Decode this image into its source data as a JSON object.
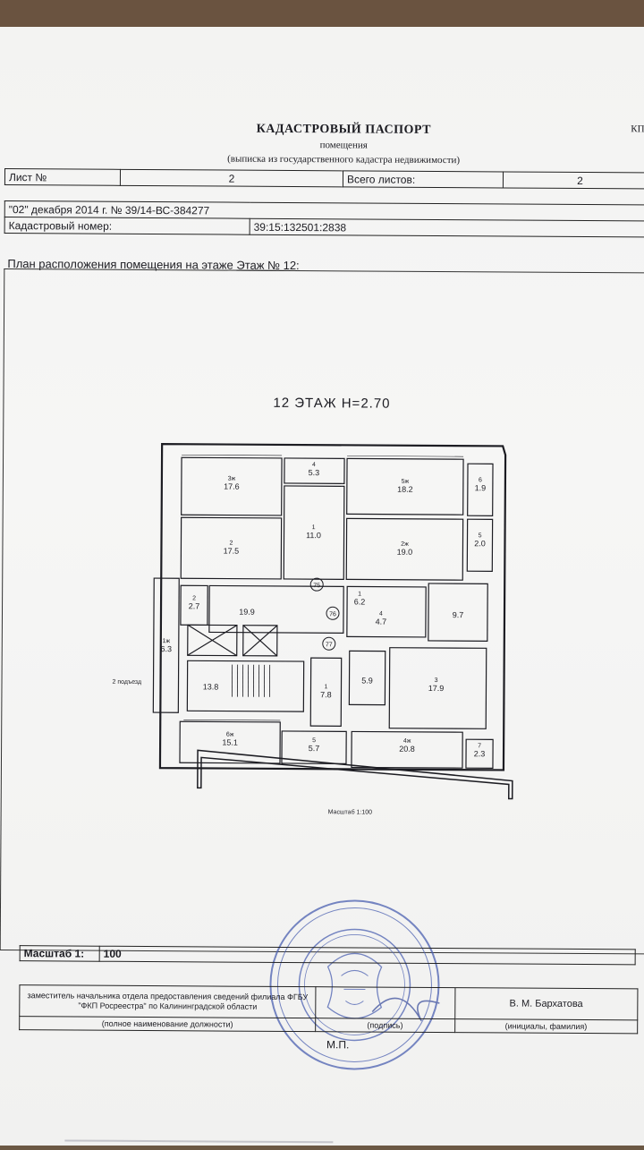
{
  "doc": {
    "title": "КАДАСТРОВЫЙ ПАСПОРТ",
    "subtitle_1": "помещения",
    "subtitle_2": "(выписка из государственного кадастра недвижимости)",
    "corner_code": "КП"
  },
  "sheet_info": {
    "sheet_label": "Лист №",
    "sheet_value": "2",
    "total_label": "Всего листов:",
    "total_value": "2"
  },
  "registration": {
    "date_number": "\"02\" декабря 2014 г. № 39/14-ВС-384277",
    "cadastral_label": "Кадастровый номер:",
    "cadastral_value": "39:15:132501:2838"
  },
  "plan": {
    "label_prefix": "План расположения помещения на этаже",
    "label_floor": "Этаж № 12:",
    "floor_title": "12  ЭТАЖ  Н=2.70",
    "scale_note": "Масштаб  1:100",
    "side_note": "2 подъезд",
    "rooms": [
      {
        "id": "3ж",
        "area": "17.6"
      },
      {
        "id": "2",
        "area": "17.5"
      },
      {
        "id": "4",
        "area": "5.3"
      },
      {
        "id": "1",
        "area": "11.0"
      },
      {
        "id": "5ж",
        "area": "18.2"
      },
      {
        "id": "2ж",
        "area": "19.0"
      },
      {
        "id": "6",
        "area": "1.9"
      },
      {
        "id": "5",
        "area": "2.0"
      },
      {
        "id": "2",
        "area": "2.7"
      },
      {
        "id": "",
        "area": "19.9"
      },
      {
        "id": "1",
        "area": "6.2"
      },
      {
        "id": "4",
        "area": "4.7"
      },
      {
        "id": "",
        "area": "9.7"
      },
      {
        "id": "1ж",
        "area": "6.3"
      },
      {
        "id": "",
        "area": "13.8"
      },
      {
        "id": "1",
        "area": "7.8"
      },
      {
        "id": "",
        "area": "5.9"
      },
      {
        "id": "3",
        "area": "17.9"
      },
      {
        "id": "6ж",
        "area": "15.1"
      },
      {
        "id": "5",
        "area": "5.7"
      },
      {
        "id": "4ж",
        "area": "20.8"
      },
      {
        "id": "7",
        "area": "2.3"
      }
    ],
    "markers": [
      "75",
      "76",
      "77"
    ]
  },
  "scale": {
    "label": "Масштаб 1:",
    "value": "100"
  },
  "signature": {
    "position": "заместитель начальника отдела предоставления сведений филиала ФГБУ \"ФКП Росреестра\" по Калининградской области",
    "name": "В. М. Бархатова",
    "caption_position": "(полное наименование должности)",
    "caption_sign": "(подпись)",
    "caption_name": "(инициалы, фамилия)",
    "mp": "М.П."
  },
  "colors": {
    "paper": "#f3f3f2",
    "ink": "#1c1c22",
    "stamp": "#4a5fb0",
    "desk": "#6b5844"
  }
}
